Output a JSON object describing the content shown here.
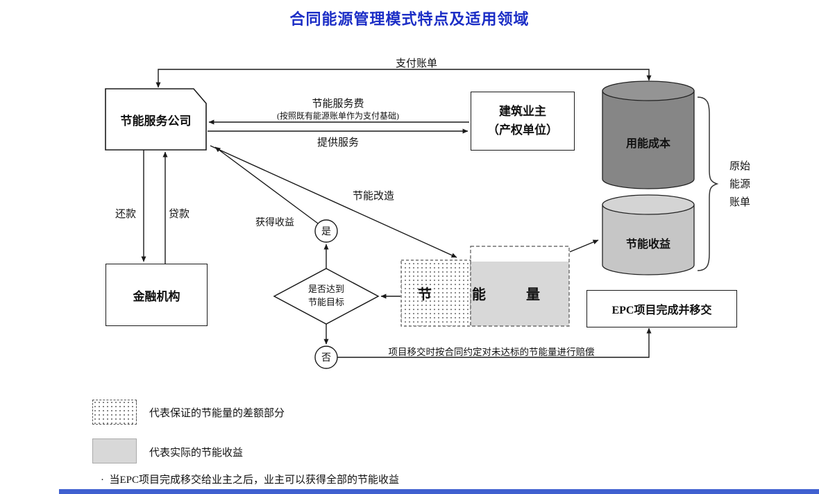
{
  "title": "合同能源管理模式特点及适用领域",
  "diagram": {
    "esco": "节能服务公司",
    "owner1": "建筑业主",
    "owner2": "（产权单位）",
    "finance": "金融机构",
    "epc": "EPC项目完成并移交",
    "cost": "用能成本",
    "benefit": "节能收益",
    "savings": "节能量",
    "decision1": "是否达到",
    "decision2": "节能目标",
    "yes": "是",
    "no": "否",
    "arrows": {
      "pay_bill": "支付账单",
      "service_fee": "节能服务费",
      "fee_basis": "(按照既有能源账单作为支付基础)",
      "provide_service": "提供服务",
      "retrofit": "节能改造",
      "gain_benefit": "获得收益",
      "repay": "还款",
      "loan": "贷款",
      "compensation": "项目移交时按合同约定对未达标的节能量进行赔偿"
    },
    "bracket": [
      "原始",
      "能源",
      "账单"
    ]
  },
  "legend": {
    "dotted": "代表保证的节能量的差额部分",
    "gray": "代表实际的节能收益",
    "bullet_dot": "·",
    "bullet": "当EPC项目完成移交给业主之后，业主可以获得全部的节能收益"
  },
  "colors": {
    "title_blue": "#1c2ec6",
    "bottom_bar_blue": "#4060d0",
    "dark_cylinder": "#868686",
    "light_cylinder": "#c6c6c6",
    "gray_fill": "#d8d8d8",
    "line": "#1a1a1a"
  }
}
